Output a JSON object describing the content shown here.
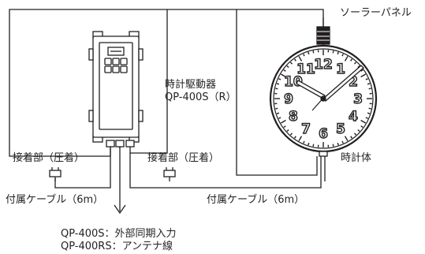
{
  "labels": {
    "solar_panel": "ソーラーパネル",
    "driver_name": "時計駆動器",
    "driver_model": "QP-400S（R）",
    "connector_left": "接着部（圧着）",
    "connector_right": "接着部（圧着）",
    "clock_body": "時計体",
    "cable_left": "付属ケーブル（6m）",
    "cable_right": "付属ケーブル（6m）",
    "note_line1": "QP-400S：外部同期入力",
    "note_line2": "QP-400RS：アンテナ線"
  },
  "clock": {
    "numerals": [
      "12",
      "1",
      "2",
      "3",
      "4",
      "5",
      "6",
      "7",
      "8",
      "9",
      "10",
      "11"
    ],
    "hand_time": "10:10"
  },
  "colors": {
    "ink": "#231f20",
    "background": "#ffffff"
  }
}
